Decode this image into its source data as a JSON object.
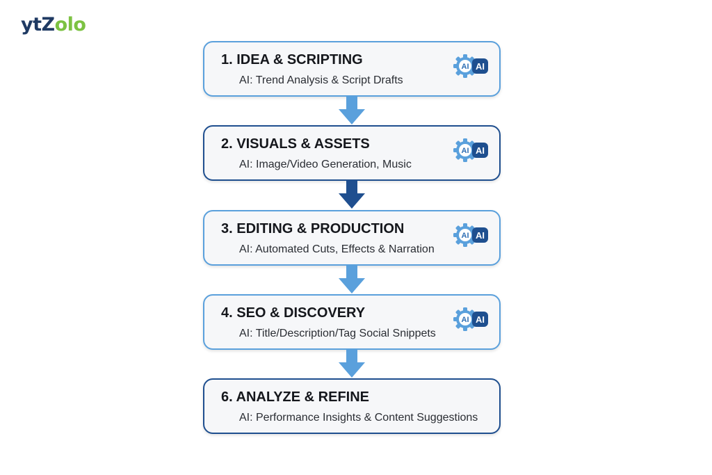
{
  "brand": {
    "logo_dark": "ytZ",
    "logo_green": "olo",
    "dark_color": "#1f3a63",
    "green_color": "#7cc242"
  },
  "colors": {
    "light_blue": "#5aa0dc",
    "dark_blue": "#1f4f8f",
    "card_bg": "#f6f7f9"
  },
  "ai_badge": {
    "icon": "gear-ai-icon",
    "gear_text": "AI",
    "chip_text": "AI"
  },
  "steps": [
    {
      "title": "1. IDEA & SCRIPTING",
      "subtitle": "AI: Trend Analysis & Script Drafts",
      "style": "light",
      "has_ai_icon": true
    },
    {
      "title": "2. VISUALS & ASSETS",
      "subtitle": "AI: Image/Video Generation, Music",
      "style": "dark",
      "has_ai_icon": true
    },
    {
      "title": "3. EDITING & PRODUCTION",
      "subtitle": "AI: Automated Cuts, Effects & Narration",
      "style": "light",
      "has_ai_icon": true
    },
    {
      "title": "4. SEO & DISCOVERY",
      "subtitle": "AI: Title/Description/Tag Social Snippets",
      "style": "light",
      "has_ai_icon": true
    },
    {
      "title": "6. ANALYZE & REFINE",
      "subtitle": "AI: Performance Insights & Content Suggestions",
      "style": "dark",
      "has_ai_icon": false
    }
  ],
  "arrows": [
    {
      "style": "light"
    },
    {
      "style": "dark"
    },
    {
      "style": "light"
    },
    {
      "style": "light"
    }
  ]
}
